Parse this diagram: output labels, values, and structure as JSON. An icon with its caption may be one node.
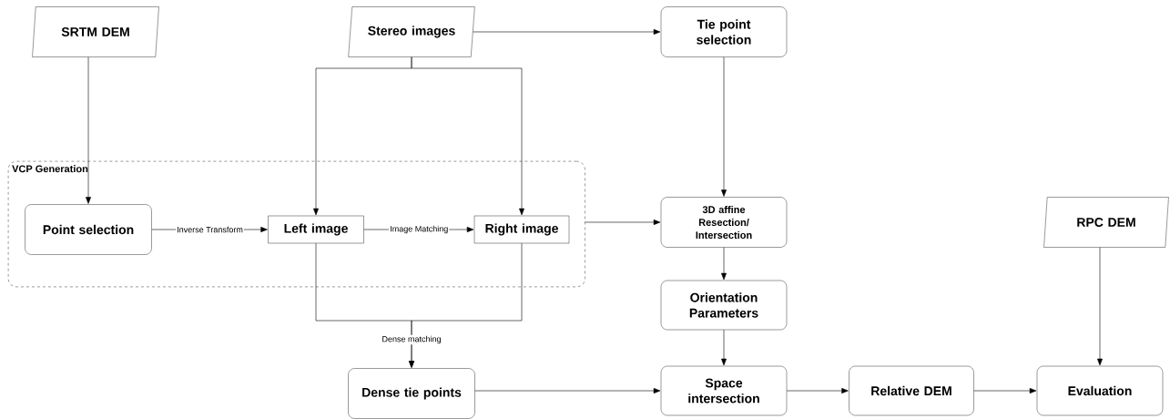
{
  "diagram": {
    "nodes": [
      {
        "text": [
          "SRTM DEM"
        ]
      },
      {
        "text": [
          "Stereo images"
        ]
      },
      {
        "text": [
          "Tie point selection"
        ]
      },
      {
        "text": [
          "VCP Generation"
        ]
      },
      {
        "text": [
          "Point selection"
        ],
        "in": 3
      },
      {
        "text": [
          "Left image"
        ],
        "in": 3
      },
      {
        "text": [
          "Right image"
        ],
        "in": 3
      },
      {
        "text": [
          "3D affine Resection/ Intersection"
        ]
      },
      {
        "text": [
          "Orientation Parameters"
        ]
      },
      {
        "text": [
          "RPC DEM"
        ]
      },
      {
        "text": [
          "Dense tie points"
        ]
      },
      {
        "text": [
          "Space intersection"
        ]
      },
      {
        "text": [
          "Relative DEM"
        ]
      },
      {
        "text": [
          "Evaluation"
        ]
      }
    ],
    "edges": [
      {
        "from": 0,
        "to": 4,
        "arrow": "to"
      },
      {
        "from": 1,
        "to": 2,
        "arrow": "to"
      },
      {
        "from": 1,
        "to": 5,
        "arrow": "to"
      },
      {
        "from": 1,
        "to": 6,
        "arrow": "to"
      },
      {
        "from": 4,
        "to": 5,
        "arrow": "to",
        "label": "Inverse Transform"
      },
      {
        "from": 5,
        "to": 6,
        "arrow": "to",
        "label": "Image Matching"
      },
      {
        "from": 3,
        "to": 7,
        "arrow": "to"
      },
      {
        "from": 2,
        "to": 7,
        "arrow": "to"
      },
      {
        "from": 7,
        "to": 8,
        "arrow": "to"
      },
      {
        "from": 5,
        "to": 10,
        "arrow": "to",
        "label": "Dense matching"
      },
      {
        "from": 6,
        "to": 10,
        "arrow": "to"
      },
      {
        "from": 8,
        "to": 11,
        "arrow": "to"
      },
      {
        "from": 10,
        "to": 11,
        "arrow": "to"
      },
      {
        "from": 11,
        "to": 12,
        "arrow": "to"
      },
      {
        "from": 12,
        "to": 13,
        "arrow": "to"
      },
      {
        "from": 9,
        "to": 13,
        "arrow": "to"
      }
    ]
  }
}
